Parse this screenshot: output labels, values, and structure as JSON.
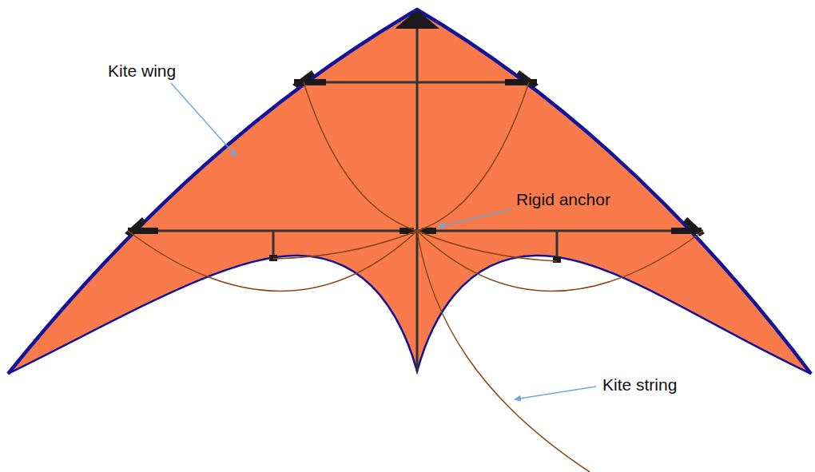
{
  "diagram": {
    "labels": [
      "Kite wing",
      "Rigid anchor",
      "Kite string"
    ]
  }
}
